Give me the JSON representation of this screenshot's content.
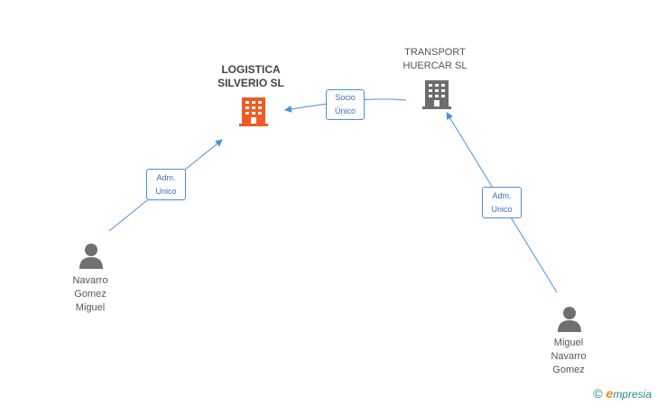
{
  "nodes": {
    "logistica": {
      "line1": "LOGISTICA",
      "line2": "SILVERIO SL",
      "color": "#f15a24"
    },
    "transport": {
      "line1": "TRANSPORT",
      "line2": "HUERCAR SL",
      "color": "#6d6d6d"
    },
    "person1": {
      "line1": "Navarro",
      "line2": "Gomez",
      "line3": "Miguel"
    },
    "person2": {
      "line1": "Miguel",
      "line2": "Navarro",
      "line3": "Gomez"
    }
  },
  "relations": {
    "socio": {
      "line1": "Socio",
      "line2": "Único"
    },
    "adm1": {
      "line1": "Adm.",
      "line2": "Unico"
    },
    "adm2": {
      "line1": "Adm.",
      "line2": "Unico"
    }
  },
  "brand": {
    "copyright": "©",
    "first_letter": "e",
    "rest": "mpresia"
  },
  "colors": {
    "link": "#4a90d9",
    "person": "#707070"
  }
}
